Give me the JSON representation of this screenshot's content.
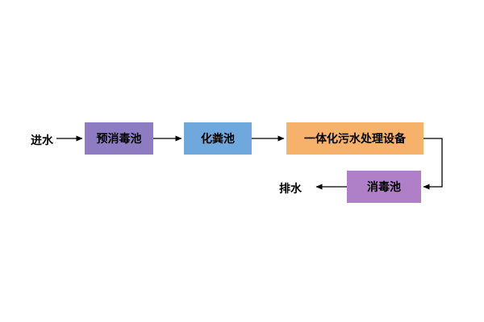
{
  "diagram": {
    "type": "flowchart",
    "description": "wastewater treatment process flow",
    "nodes": [
      {
        "id": "inlet-water",
        "label": "进水",
        "shape": "text",
        "color": null
      },
      {
        "id": "pre-disinfection-tank",
        "label": "预消毒池",
        "shape": "box",
        "color": "#8E7CC3"
      },
      {
        "id": "septic-tank",
        "label": "化粪池",
        "shape": "box",
        "color": "#6FA8DC"
      },
      {
        "id": "integrated-equipment",
        "label": "一体化污水处理设备",
        "shape": "box",
        "color": "#F6B26B"
      },
      {
        "id": "disinfection-tank",
        "label": "消毒池",
        "shape": "box",
        "color": "#AF7FC7"
      },
      {
        "id": "outlet-water",
        "label": "排水",
        "shape": "text",
        "color": null
      }
    ],
    "edges": [
      {
        "from": "inlet-water",
        "to": "pre-disinfection-tank"
      },
      {
        "from": "pre-disinfection-tank",
        "to": "septic-tank"
      },
      {
        "from": "septic-tank",
        "to": "integrated-equipment"
      },
      {
        "from": "integrated-equipment",
        "to": "disinfection-tank"
      },
      {
        "from": "disinfection-tank",
        "to": "outlet-water"
      }
    ],
    "arrow_color": "#000000",
    "background_color": "#FFFFFF"
  }
}
